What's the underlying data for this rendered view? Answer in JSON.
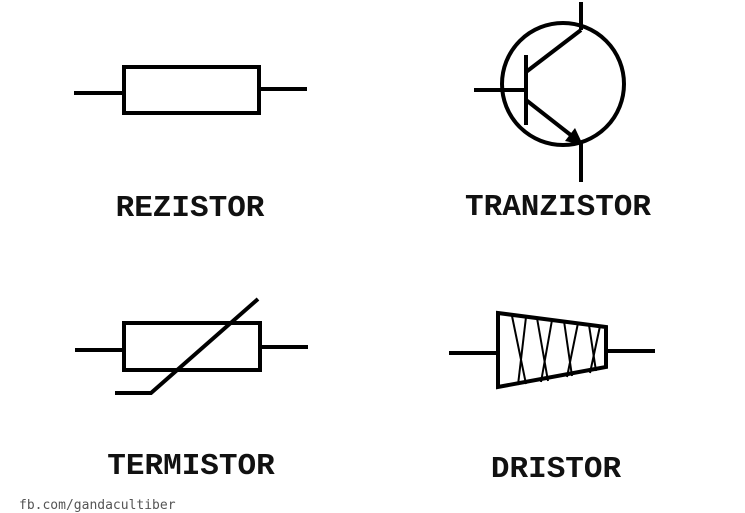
{
  "symbols": {
    "resistor_label": "REZISTOR",
    "transistor_label": "TRANZISTOR",
    "thermistor_label": "TERMISTOR",
    "dristor_label": "DRISTOR"
  },
  "footer": {
    "credit": "fb.com/gandacultiber"
  },
  "colors": {
    "stroke": "#000000",
    "background": "#ffffff"
  }
}
